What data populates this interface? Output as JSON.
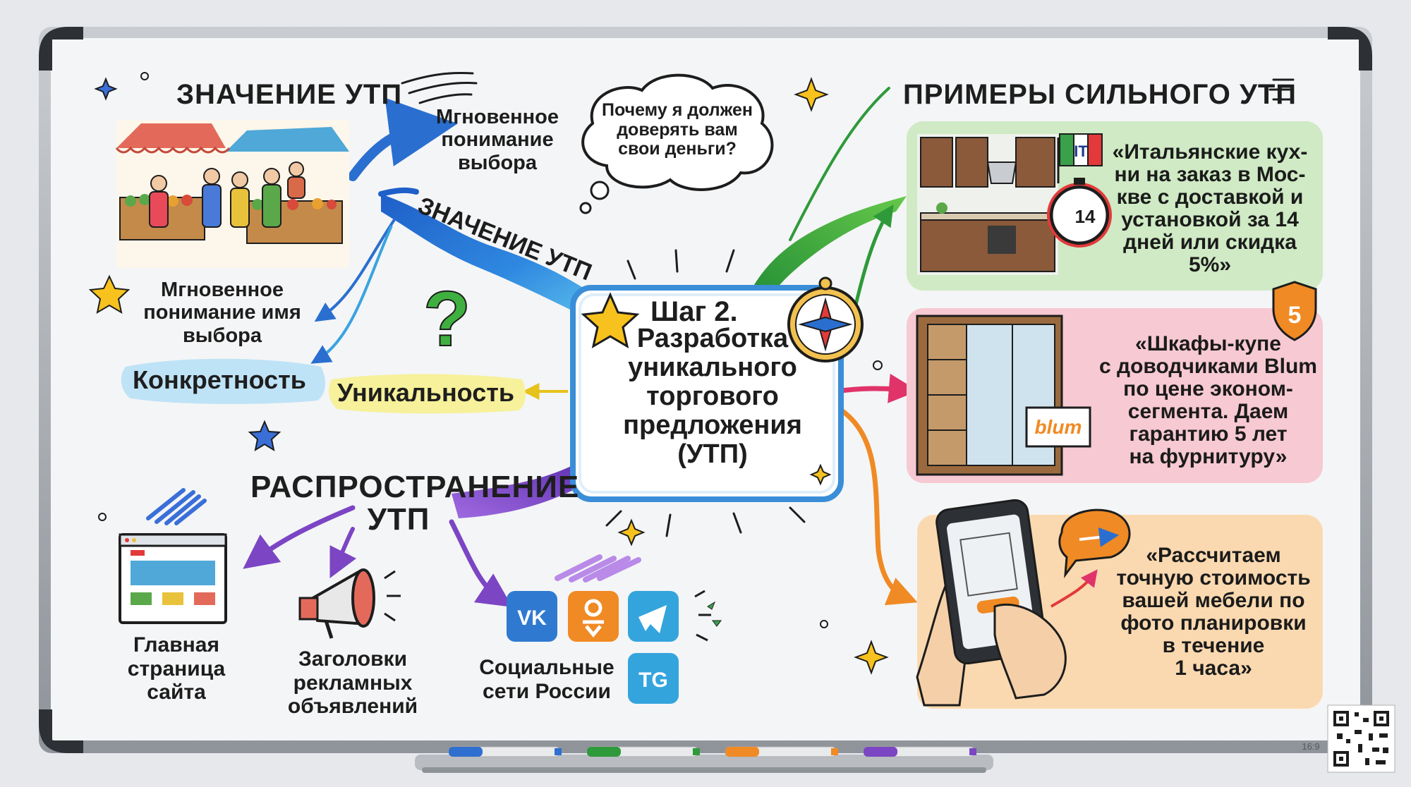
{
  "headings": {
    "value_top": "ЗНАЧЕНИЕ  УТП",
    "value_ribbon": "ЗНАЧЕНИЕ УТП",
    "examples": "ПРИМЕРЫ СИЛЬНОГО  УТП",
    "spread_line1": "РАСПРОСТРАНЕНИЕ",
    "spread_line2": "УТП"
  },
  "center": {
    "line1": "Шаг 2.",
    "line2": "Разработка",
    "line3": "уникального",
    "line4": "торгового",
    "line5": "предложения",
    "line6": "(УТП)"
  },
  "labels": {
    "instant_choice": "Мгновенное\nпонимание\nвыбора",
    "instant_name": "Мгновенное\nпонимание имя\nвыбора",
    "thought": "Почему я должен\nдоверять вам\nсвои деньги?",
    "concreteness": "Конкретность",
    "uniqueness": "Уникальность",
    "homepage": "Главная\nстраница\nсайта",
    "ad_headlines": "Заголовки\nрекламных\nобъявлений",
    "social": "Социальные\nсети России"
  },
  "examples": [
    {
      "text": "«Итальянские кух-\nни на заказ в Мос-\nкве с доставкой и\nустановкой за 14\nдней или скидка\n5%»",
      "color": "#cfeac4"
    },
    {
      "text": "«Шкафы-купе\nс доводчиками Blum\nпо цене эконом-\nсегмента. Даем\nгарантию 5 лет\nна фурнитуру»",
      "color": "#f7c9d2"
    },
    {
      "text": "«Рассчитаем\nточную стоимость\nвашей мебели по\nфото планировки\nв течение\n1 часа»",
      "color": "#fbd9b0"
    }
  ],
  "badges": {
    "flag_code": "IT",
    "timer_days": "14",
    "shield_years": "5",
    "brand": "blum",
    "vk": "VK",
    "tg": "TG",
    "aspect": "16:9"
  },
  "icons": [
    "star-icon",
    "question-mark-icon",
    "compass-icon",
    "megaphone-icon",
    "browser-window-icon",
    "vk-icon",
    "ok-icon",
    "telegram-icon",
    "tg-icon",
    "qr-code-icon",
    "stopwatch-icon",
    "shield-icon",
    "speech-bubble-icon",
    "phone-icon"
  ],
  "colors": {
    "board_frame": "#9aa0a6",
    "board_surface": "#f4f5f6",
    "ribbon_blue": "#3b82d6",
    "ribbon_green": "#2e9a3a",
    "ribbon_purple": "#7b45c4",
    "arrow_pink": "#e0336a",
    "arrow_orange": "#f08a24",
    "pill_blue": "#bfe3f6",
    "pill_yellow": "#f6f19a"
  }
}
